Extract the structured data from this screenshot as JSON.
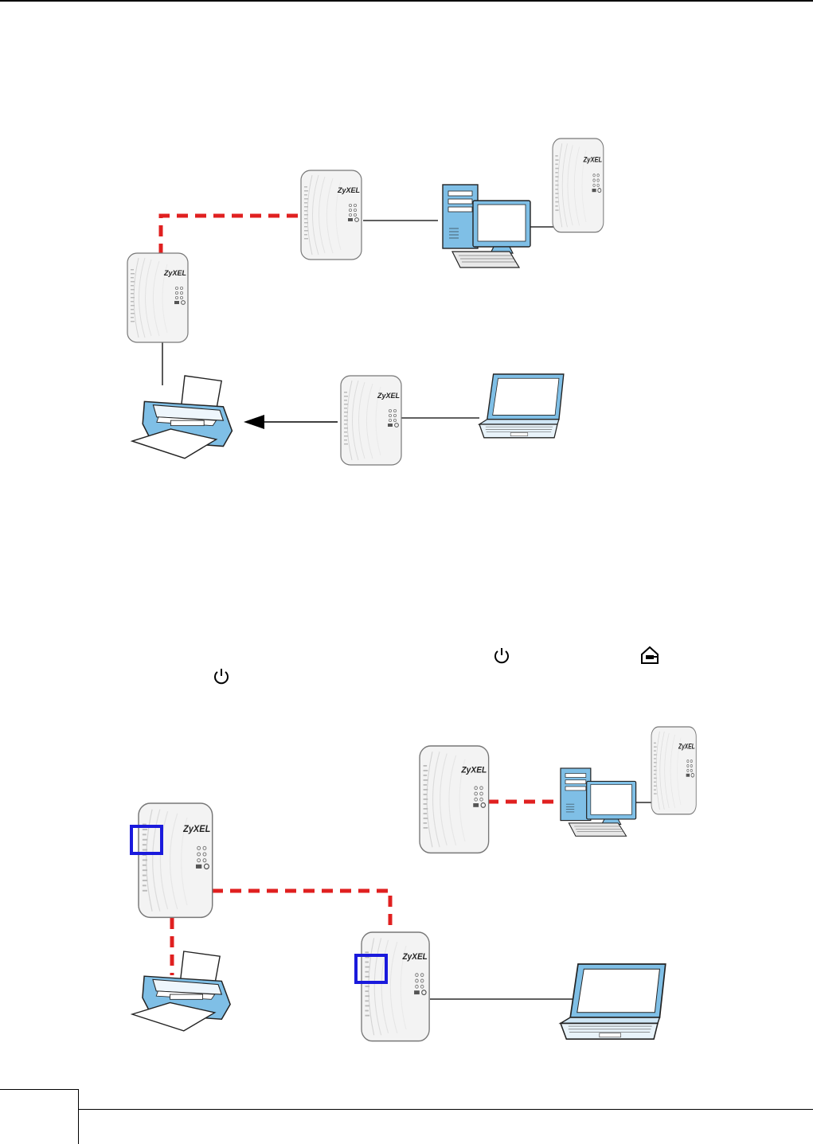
{
  "brand": "ZyXEL",
  "colors": {
    "wireless_link": "#e02020",
    "wired_link": "#000000",
    "highlight_box": "#1a1adc",
    "device_shell": "#f2f2f2",
    "device_accent": "#6fb3e0"
  },
  "icons": {
    "power": "power-icon",
    "homeplug": "homeplug-icon"
  },
  "figure_1": {
    "devices": [
      "powerline-adapter",
      "desktop-computer",
      "printer",
      "laptop"
    ],
    "arrow": "arrow-to-printer"
  },
  "figure_2": {
    "devices": [
      "powerline-adapter",
      "desktop-computer",
      "printer",
      "laptop"
    ],
    "highlighted_buttons": 2
  },
  "footer": {
    "page_number": ""
  }
}
